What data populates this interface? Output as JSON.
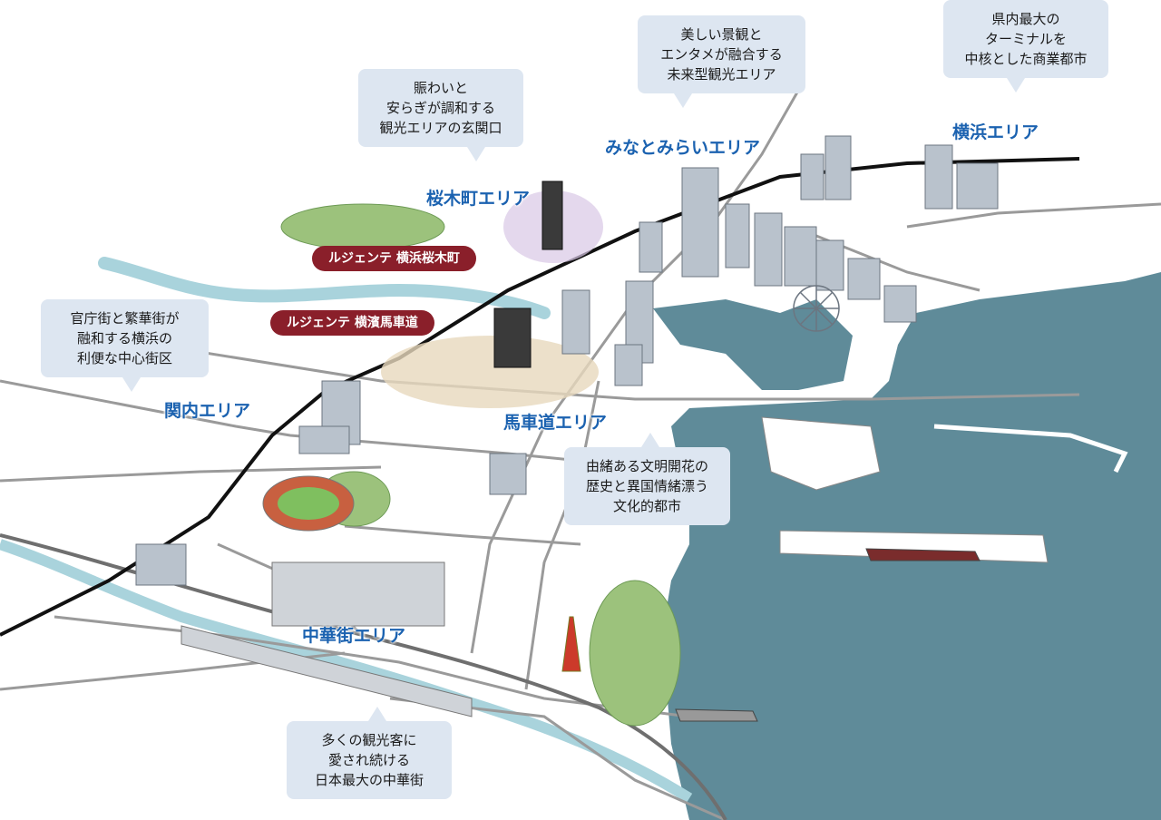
{
  "areas": {
    "sakuragicho": "桜木町エリア",
    "minatomirai": "みなとみらいエリア",
    "yokohama": "横浜エリア",
    "kannai": "関内エリア",
    "bashamichi": "馬車道エリア",
    "chinatown": "中華街エリア"
  },
  "properties": {
    "sakuragicho": "ルジェンテ 横浜桜木町",
    "bashamichi": "ルジェンテ 横濱馬車道"
  },
  "bubbles": {
    "sakuragicho": "賑わいと\n安らぎが調和する\n観光エリアの玄関口",
    "minatomirai": "美しい景観と\nエンタメが融合する\n未来型観光エリア",
    "yokohama": "県内最大の\nターミナルを\n中核とした商業都市",
    "kannai": "官庁街と繁華街が\n融和する横浜の\n利便な中心街区",
    "bashamichi": "由緒ある文明開花の\n歴史と異国情緒漂う\n文化的都市",
    "chinatown": "多くの観光客に\n愛され続ける\n日本最大の中華街"
  },
  "colors": {
    "sea": "#5f8b99",
    "land": "#ffffff",
    "road": "#9a9a9a",
    "railway": "#111111",
    "river": "#a9d3dc",
    "bubble": "#dde6f1",
    "area_label": "#1b62b0",
    "property_pin": "#8a1f2a"
  }
}
